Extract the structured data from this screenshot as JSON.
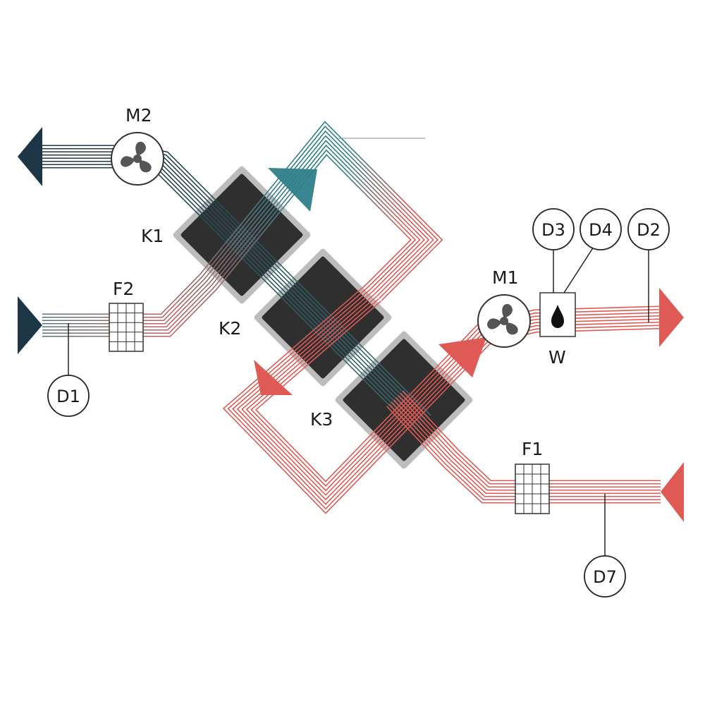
{
  "components": {
    "fan_exhaust": "M2",
    "fan_supply": "M1",
    "filter_outdoor": "F2",
    "filter_extract": "F1",
    "exchanger_1": "K1",
    "exchanger_2": "K2",
    "exchanger_3": "K3",
    "humidifier": "W"
  },
  "sensors": {
    "d1": "D1",
    "d2": "D2",
    "d3": "D3",
    "d4": "D4",
    "d7": "D7"
  },
  "icons": {
    "fan": "fan-icon",
    "filter": "filter-grid-icon",
    "droplet": "water-drop-icon",
    "arrow": "flow-arrow-icon"
  },
  "colors": {
    "cold_dark": "#1d3645",
    "cold_teal": "#2f7f8a",
    "warm_red": "#e05a55",
    "exchanger": "#2f2f2f",
    "exchanger_border": "#bdbdbd"
  }
}
